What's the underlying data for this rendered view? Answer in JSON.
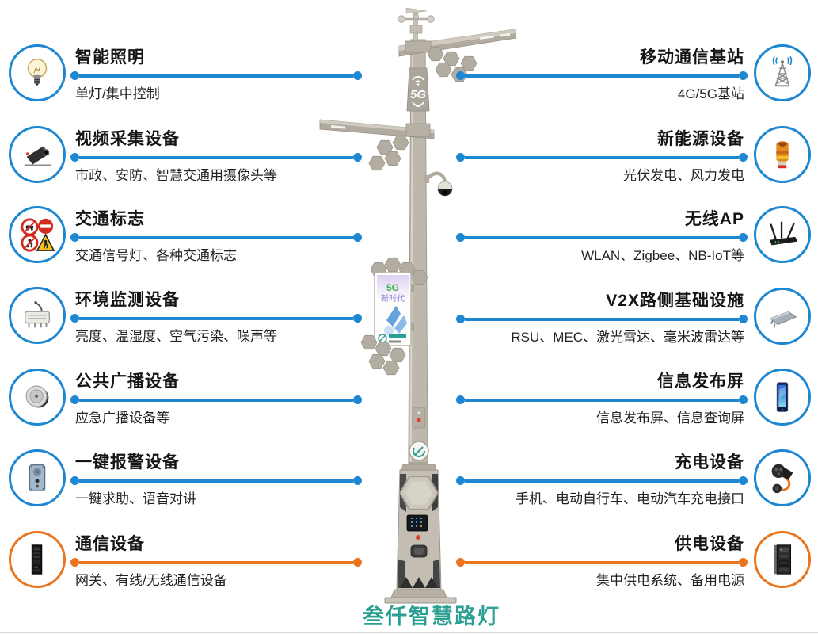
{
  "page": {
    "footer_title": "叁仟智慧路灯"
  },
  "colors": {
    "accent_blue": "#1e87d2",
    "accent_orange": "#e9751e",
    "footer_teal": "#2ba092",
    "pole_gray": "#beb8ac"
  },
  "pole": {
    "banner_label": "5G",
    "screen_line1": "5G",
    "screen_line2": "新时代"
  },
  "left_items": [
    {
      "title": "智能照明",
      "desc": "单灯/集中控制",
      "icon": "light-bulb-icon"
    },
    {
      "title": "视频采集设备",
      "desc": "市政、安防、智慧交通用摄像头等",
      "icon": "surveillance-camera-icon"
    },
    {
      "title": "交通标志",
      "desc": "交通信号灯、各种交通标志",
      "icon": "traffic-signs-icon"
    },
    {
      "title": "环境监测设备",
      "desc": "亮度、温湿度、空气污染、噪声等",
      "icon": "environment-sensor-icon"
    },
    {
      "title": "公共广播设备",
      "desc": "应急广播设备等",
      "icon": "speaker-icon"
    },
    {
      "title": "一键报警设备",
      "desc": "一键求助、语音对讲",
      "icon": "alarm-intercom-icon"
    },
    {
      "title": "通信设备",
      "desc": "网关、有线/无线通信设备",
      "icon": "server-rack-icon"
    }
  ],
  "right_items": [
    {
      "title": "移动通信基站",
      "desc": "4G/5G基站",
      "icon": "cell-tower-icon"
    },
    {
      "title": "新能源设备",
      "desc": "光伏发电、风力发电",
      "icon": "wind-generator-icon"
    },
    {
      "title": "无线AP",
      "desc": "WLAN、Zigbee、NB-IoT等",
      "icon": "wifi-router-icon"
    },
    {
      "title": "V2X路侧基础设施",
      "desc": "RSU、MEC、激光雷达、毫米波雷达等",
      "icon": "rsu-radar-icon"
    },
    {
      "title": "信息发布屏",
      "desc": "信息发布屏、信息查询屏",
      "icon": "info-screen-icon"
    },
    {
      "title": "充电设备",
      "desc": "手机、电动自行车、电动汽车充电接口",
      "icon": "ev-charger-icon"
    },
    {
      "title": "供电设备",
      "desc": "集中供电系统、备用电源",
      "icon": "power-cabinet-icon"
    }
  ]
}
